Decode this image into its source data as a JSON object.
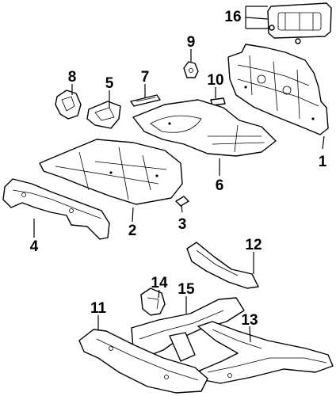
{
  "diagram": {
    "callouts": [
      {
        "id": "1",
        "text": "1"
      },
      {
        "id": "2",
        "text": "2"
      },
      {
        "id": "3",
        "text": "3"
      },
      {
        "id": "4",
        "text": "4"
      },
      {
        "id": "5",
        "text": "5"
      },
      {
        "id": "6",
        "text": "6"
      },
      {
        "id": "7",
        "text": "7"
      },
      {
        "id": "8",
        "text": "8"
      },
      {
        "id": "9",
        "text": "9"
      },
      {
        "id": "10",
        "text": "10"
      },
      {
        "id": "11",
        "text": "11"
      },
      {
        "id": "12",
        "text": "12"
      },
      {
        "id": "13",
        "text": "13"
      },
      {
        "id": "14",
        "text": "14"
      },
      {
        "id": "15",
        "text": "15"
      },
      {
        "id": "16",
        "text": "16"
      }
    ],
    "colors": {
      "ink": "#000000",
      "paper": "#ffffff"
    }
  }
}
